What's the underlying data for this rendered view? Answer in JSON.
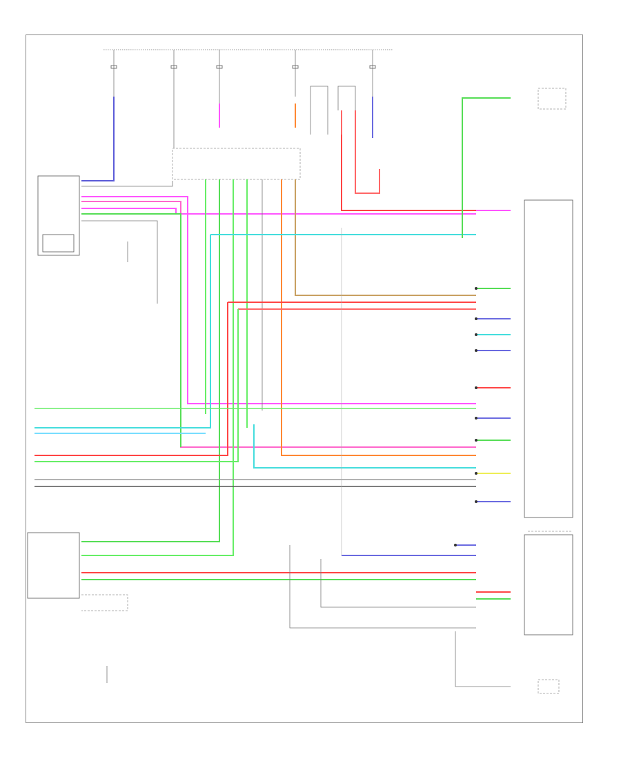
{
  "figure_code": "",
  "diagram": {
    "fuses": [
      {
        "id": "fuse-1",
        "label": ""
      },
      {
        "id": "fuse-2",
        "label": ""
      },
      {
        "id": "fuse-3",
        "label": ""
      },
      {
        "id": "fuse-4",
        "label": ""
      },
      {
        "id": "fuse-5",
        "label": ""
      }
    ],
    "components": [
      {
        "id": "steering-lock-ecu",
        "label": ""
      },
      {
        "id": "main-body-ecu",
        "label": ""
      },
      {
        "id": "center-junction",
        "label": ""
      },
      {
        "id": "smart-key-ecu",
        "label": ""
      },
      {
        "id": "engine-switch",
        "label": ""
      },
      {
        "id": "engine-control-module",
        "label": ""
      },
      {
        "id": "generator",
        "label": ""
      },
      {
        "id": "shift-lock-ecu",
        "label": ""
      },
      {
        "id": "neutral-start-switch",
        "label": ""
      }
    ],
    "wire_colors": {
      "blue": "#5a5ad8",
      "violet": "#6a6ae0",
      "pink": "#ff55ff",
      "green": "#55dd55",
      "light_green": "#66ee66",
      "cyan": "#44dddd",
      "light_blue": "#77ddff",
      "orange": "#ff8833",
      "red": "#ff4444",
      "tan": "#c8a060",
      "gray": "#999999",
      "black": "#333333",
      "yellow": "#eeee55"
    }
  }
}
